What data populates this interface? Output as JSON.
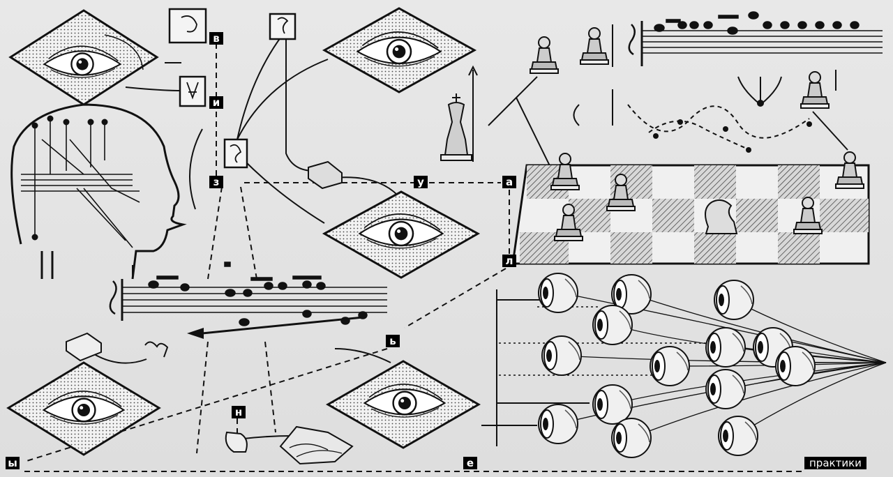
{
  "labels": {
    "v": "в",
    "i": "и",
    "z": "з",
    "u": "у",
    "a": "а",
    "l": "л",
    "soft": "ь",
    "n": "н",
    "y": "ы",
    "e": "е",
    "practice": "практики"
  },
  "icons": [
    "eye-icon",
    "chess-piece-icon",
    "music-staff-icon",
    "human-head-icon",
    "chessboard-icon",
    "eyeball-network-icon"
  ]
}
